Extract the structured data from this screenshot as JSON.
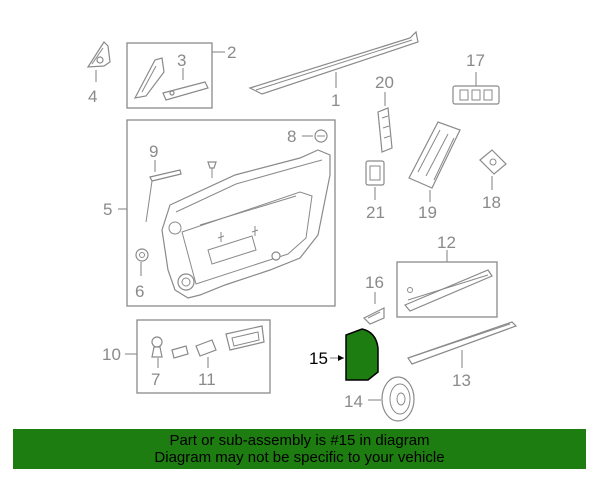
{
  "callouts": {
    "c1": "1",
    "c2": "2",
    "c3": "3",
    "c4": "4",
    "c5": "5",
    "c6": "6",
    "c7": "7",
    "c8": "8",
    "c9": "9",
    "c10": "10",
    "c11": "11",
    "c12": "12",
    "c13": "13",
    "c14": "14",
    "c15": "15",
    "c16": "16",
    "c17": "17",
    "c18": "18",
    "c19": "19",
    "c20": "20",
    "c21": "21"
  },
  "highlight_part": "15",
  "colors": {
    "highlight_fill": "#1d7d10",
    "banner_bg": "#1d7d10",
    "line_gray": "#8a8a8a"
  },
  "banner": {
    "line1": "Part or sub-assembly is #15 in diagram",
    "line2": "Diagram may not be specific to your vehicle"
  }
}
